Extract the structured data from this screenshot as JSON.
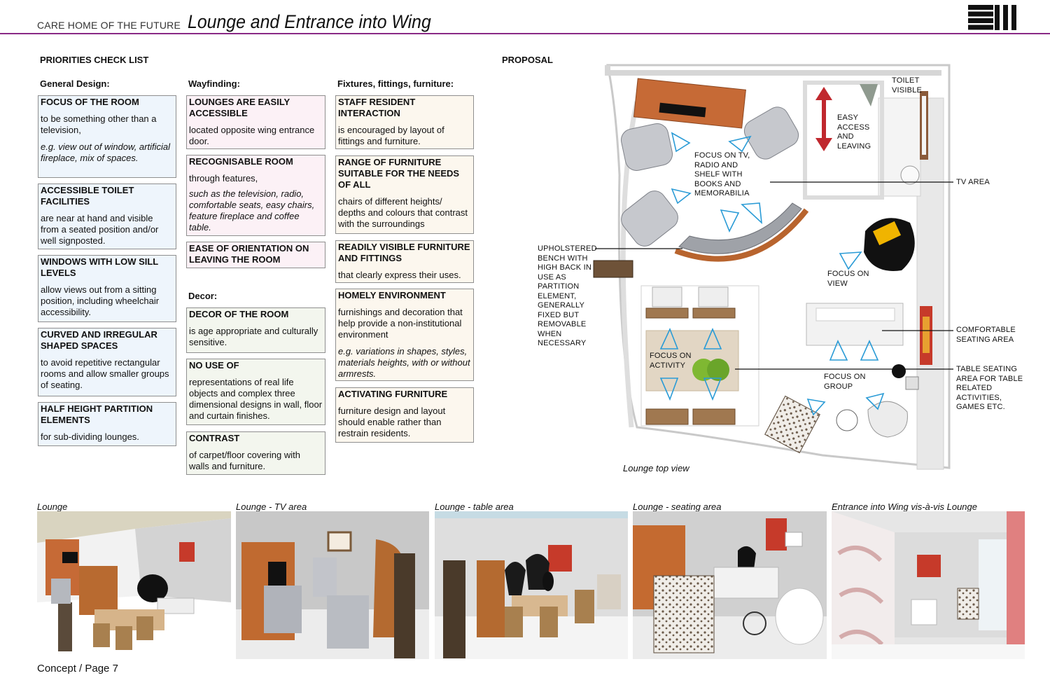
{
  "header": {
    "small_title": "CARE HOME OF THE FUTURE",
    "title": "Lounge and Entrance into Wing"
  },
  "colors": {
    "accent_rule": "#8a2a86",
    "box_blue": "#eef5fc",
    "box_pink": "#fcf1f6",
    "box_cream": "#fcf7ee",
    "box_sage": "#f3f6ee",
    "arrow_red": "#c0282e",
    "view_cone": "#2a9bd6"
  },
  "checklist": {
    "title": "PRIORITIES CHECK LIST",
    "general": {
      "title": "General Design:",
      "items": [
        {
          "heading": "FOCUS OF THE ROOM",
          "text": "to be something other than a television,",
          "example": "e.g. view out of window, artificial fireplace, mix of spaces."
        },
        {
          "heading": "ACCESSIBLE TOILET FACILITIES",
          "text": "are near at hand and visible from a seated position and/or well signposted."
        },
        {
          "heading": "WINDOWS WITH LOW SILL LEVELS",
          "text": "allow views out from a sitting position, including wheelchair accessibility."
        },
        {
          "heading": "CURVED AND IRREGULAR SHAPED SPACES",
          "text": "to avoid repetitive rectangular rooms and allow smaller groups of seating."
        },
        {
          "heading": "HALF HEIGHT PARTITION ELEMENTS",
          "text": "for sub-dividing lounges."
        }
      ]
    },
    "wayfinding": {
      "title": "Wayfinding:",
      "items": [
        {
          "heading": "LOUNGES ARE EASILY ACCESSIBLE",
          "text": "located opposite wing entrance door."
        },
        {
          "heading": "RECOGNISABLE ROOM",
          "text": "through features,",
          "example": "such as the television, radio, comfortable seats, easy chairs, feature fireplace and coffee table."
        },
        {
          "heading": "EASE OF ORIENTATION ON LEAVING THE ROOM"
        }
      ]
    },
    "decor": {
      "title": "Decor:",
      "items": [
        {
          "heading": "DECOR OF THE ROOM",
          "text": "is age appropriate and culturally sensitive."
        },
        {
          "heading": "NO USE OF",
          "text": "representations of real life objects and complex three dimensional designs in wall, floor and curtain finishes."
        },
        {
          "heading": "CONTRAST",
          "text": "of carpet/floor covering with walls and furniture."
        }
      ]
    },
    "fixtures": {
      "title": "Fixtures, fittings, furniture:",
      "items": [
        {
          "heading": "STAFF RESIDENT INTERACTION",
          "text": "is encouraged by layout of fittings and furniture."
        },
        {
          "heading": "RANGE OF FURNITURE SUITABLE FOR THE NEEDS OF ALL",
          "text": "chairs of different heights/ depths and colours that contrast with the surroundings"
        },
        {
          "heading": "READILY VISIBLE FURNITURE AND FITTINGS",
          "text": "that clearly express their uses."
        },
        {
          "heading": "HOMELY ENVIRONMENT",
          "text": "furnishings and decoration that help provide a non-institutional environment",
          "example": "e.g. variations in shapes, styles, materials heights, with or without armrests."
        },
        {
          "heading": "ACTIVATING FURNITURE",
          "text": "furniture design and layout should enable rather than restrain residents."
        }
      ]
    }
  },
  "proposal": {
    "title": "PROPOSAL",
    "labels": {
      "toilet_visible": "TOILET VISIBLE",
      "easy_access": "EASY ACCESS AND LEAVING",
      "focus_tv": "FOCUS ON TV, RADIO AND SHELF WITH BOOKS AND MEMORABILIA",
      "tv_area": "TV AREA",
      "upholstered_bench": "UPHOLSTERED BENCH WITH HIGH BACK IN USE AS PARTITION ELEMENT, GENERALLY FIXED BUT REMOVABLE WHEN NECESSARY",
      "focus_view": "FOCUS ON VIEW",
      "comfortable_seating": "COMFORTABLE SEATING AREA",
      "focus_activity": "FOCUS ON ACTIVITY",
      "focus_group": "FOCUS ON GROUP",
      "table_seating": "TABLE SEATING AREA FOR TABLE RELATED ACTIVITIES, GAMES ETC."
    },
    "caption": "Lounge top view"
  },
  "photos": [
    {
      "caption": "Lounge"
    },
    {
      "caption": "Lounge - TV area"
    },
    {
      "caption": "Lounge - table area"
    },
    {
      "caption": "Lounge - seating area"
    },
    {
      "caption": "Entrance into Wing vis-à-vis Lounge"
    }
  ],
  "footer": "Concept / Page 7"
}
